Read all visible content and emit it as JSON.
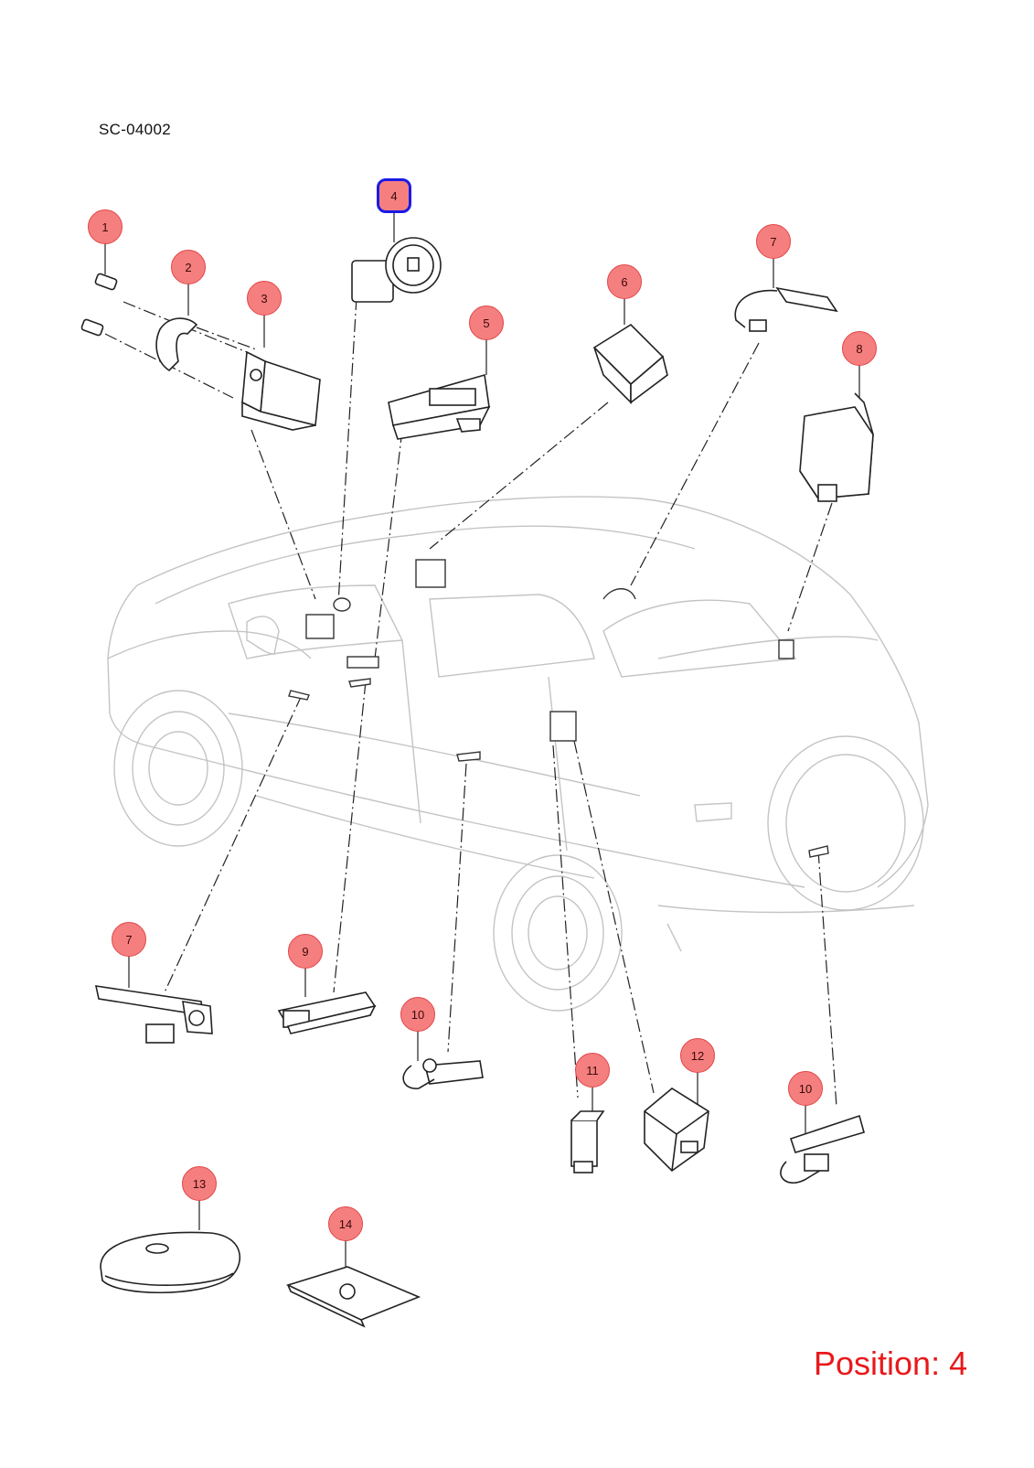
{
  "diagram": {
    "code": "SC-04002",
    "position_label": "Position: 4",
    "selected_callout": "4"
  },
  "callouts": [
    {
      "id": "c1",
      "label": "1"
    },
    {
      "id": "c2",
      "label": "2"
    },
    {
      "id": "c3",
      "label": "3"
    },
    {
      "id": "c4",
      "label": "4"
    },
    {
      "id": "c5",
      "label": "5"
    },
    {
      "id": "c6",
      "label": "6"
    },
    {
      "id": "c7a",
      "label": "7"
    },
    {
      "id": "c8",
      "label": "8"
    },
    {
      "id": "c7b",
      "label": "7"
    },
    {
      "id": "c9",
      "label": "9"
    },
    {
      "id": "c10a",
      "label": "10"
    },
    {
      "id": "c11",
      "label": "11"
    },
    {
      "id": "c12",
      "label": "12"
    },
    {
      "id": "c10b",
      "label": "10"
    },
    {
      "id": "c13",
      "label": "13"
    },
    {
      "id": "c14",
      "label": "14"
    }
  ],
  "colors": {
    "callout_fill": "#f57f7f",
    "selected_border": "#1a1ae6",
    "position_text": "#e8191b",
    "line_art": "#222222",
    "vehicle_art": "#bdbdbd"
  }
}
